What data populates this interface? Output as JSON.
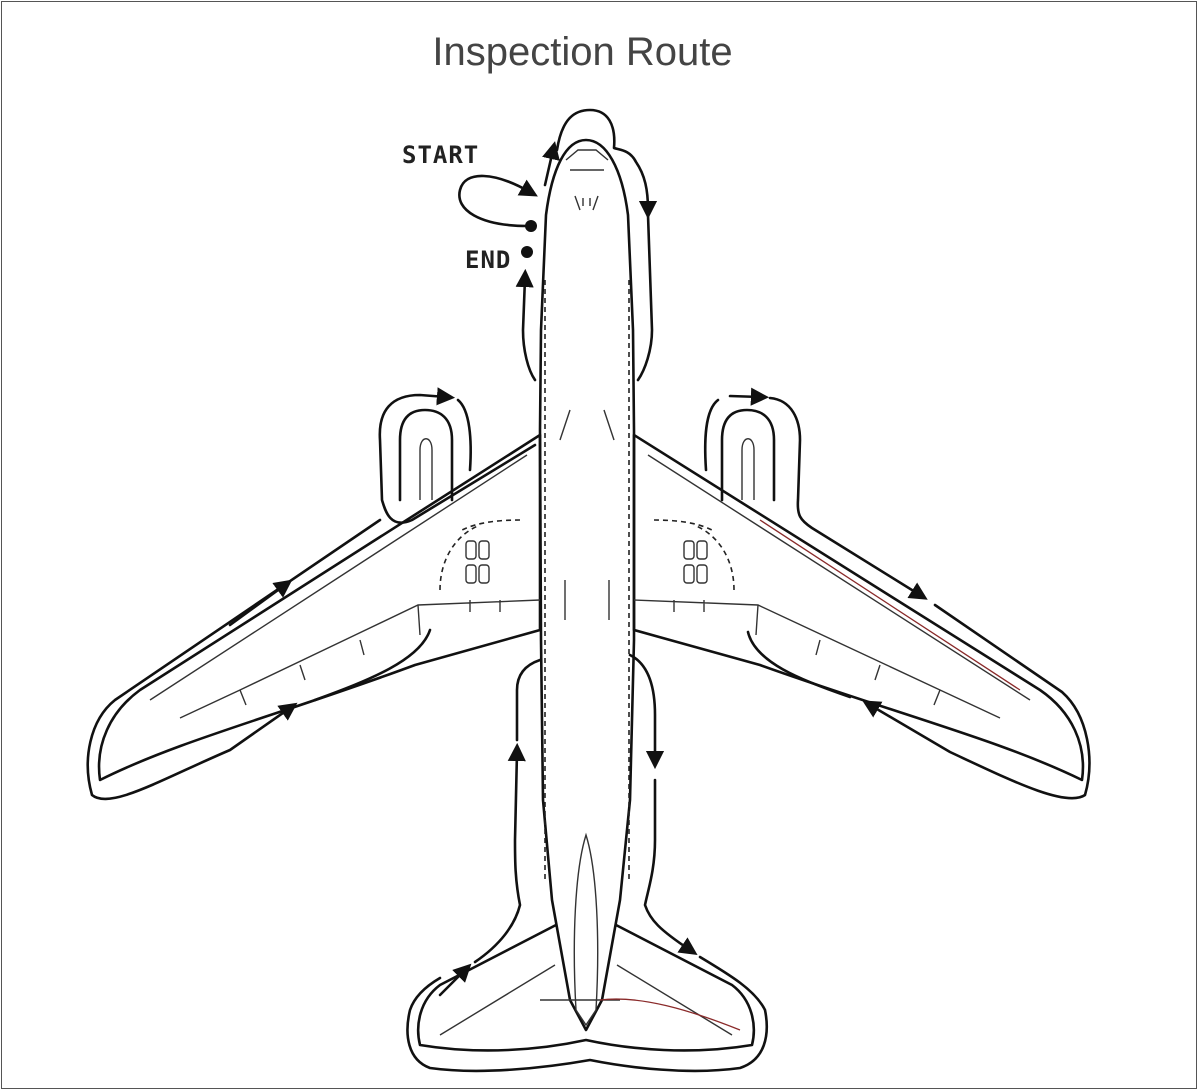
{
  "diagram": {
    "title": "Inspection Route",
    "start_label": "START",
    "end_label": "END",
    "colors": {
      "line": "#111111",
      "title": "#444444",
      "background": "#ffffff"
    }
  }
}
